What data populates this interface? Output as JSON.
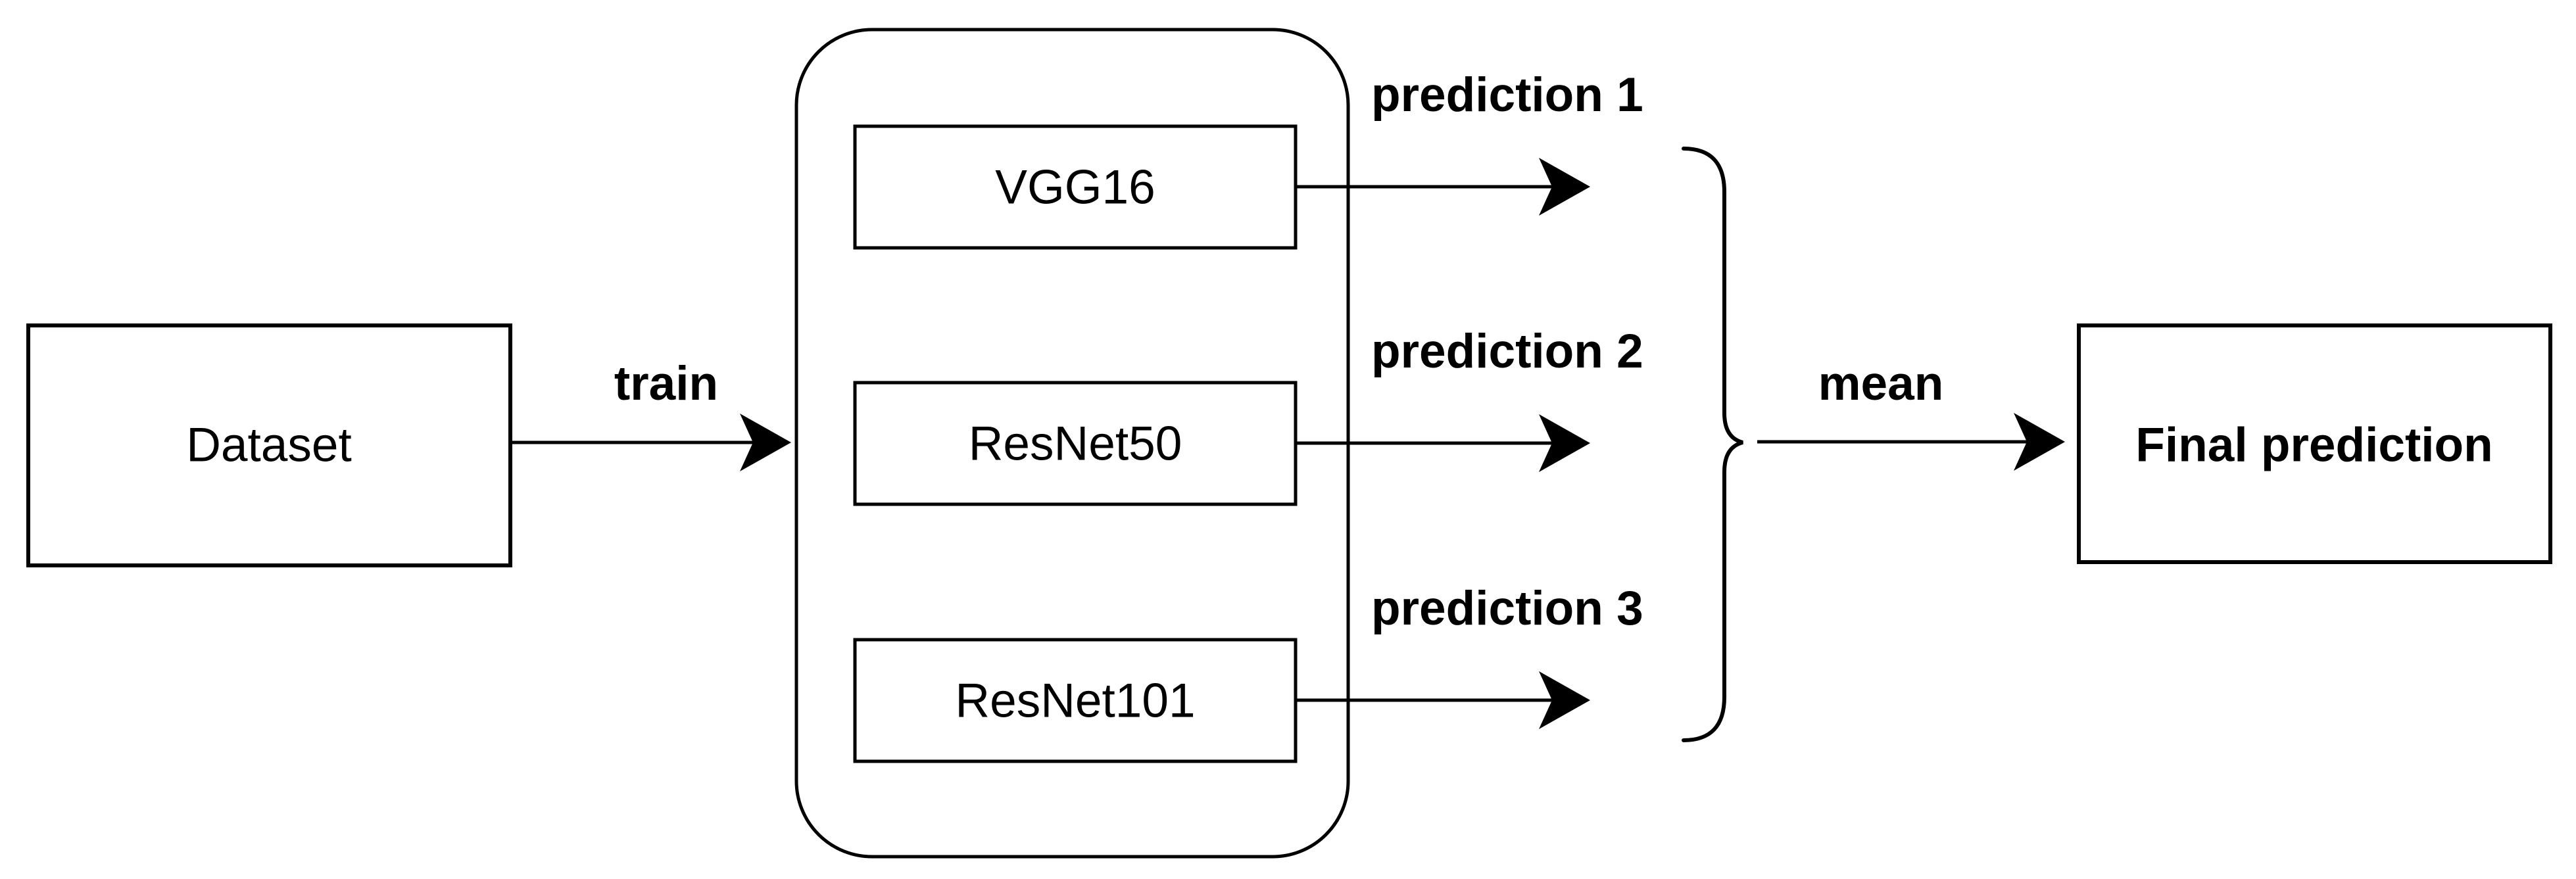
{
  "colors": {
    "background": "#ffffff",
    "stroke": "#000000",
    "text": "#000000"
  },
  "nodes": {
    "dataset": "Dataset",
    "models": [
      "VGG16",
      "ResNet50",
      "ResNet101"
    ],
    "final": "Final prediction"
  },
  "edges": {
    "train_label": "train",
    "prediction_labels": [
      "prediction 1",
      "prediction 2",
      "prediction 3"
    ],
    "mean_label": "mean"
  }
}
